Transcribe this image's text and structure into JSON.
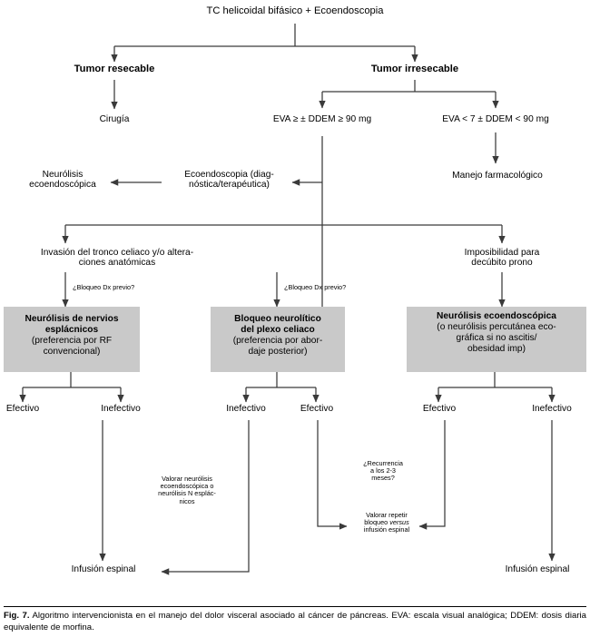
{
  "figure": {
    "root_label": "TC helicoidal bifásico + Ecoendoscopia",
    "caption_number": "Fig. 7.",
    "caption_body": "Algoritmo intervencionista en el manejo del dolor visceral asociado al cáncer de páncreas. EVA: escala visual analógica; DDEM: dosis diaria equivalente de morfina."
  },
  "colors": {
    "box_fill": "#c9c9c9",
    "line": "#3a3a3a",
    "text": "#000000",
    "page_background": "#ffffff"
  },
  "nodes": {
    "tumor_resecable": "Tumor resecable",
    "tumor_irresecable": "Tumor irresecable",
    "cirugia": "Cirugía",
    "eva_alta": "EVA ≥ ± DDEM ≥ 90 mg",
    "eva_baja": "EVA < 7 ± DDEM < 90 mg",
    "manejo_farmacologico": "Manejo farmacológico",
    "ecoendoscopia": "Ecoendoscopia (diag-\nnóstica/terapéutica)",
    "neurolisis_ecoendoscopica": "Neurólisis\necoendoscópica",
    "invasion_tronco": "Invasión del tronco celiaco y/o altera-\nciones anatómicas",
    "imposibilidad_decubito": "Imposibilidad para\ndecúbito prono"
  },
  "decision_labels": {
    "bloqueo_dx_previo_left": "¿Bloqueo Dx previo?",
    "bloqueo_dx_previo_center": "¿Bloqueo Dx previo?"
  },
  "treatment_boxes": [
    {
      "id": "neurolisis-nervios-esplacnicos",
      "title": "Neurólisis de nervios\nesplácnicos",
      "detail": "(preferencia por RF\nconvencional)"
    },
    {
      "id": "bloqueo-neurolitico-plexo-celiaco",
      "title": "Bloqueo neurolítico\ndel plexo celiaco",
      "detail": "(preferencia por abor-\ndaje posterior)"
    },
    {
      "id": "neurolisis-ecoendoscopica",
      "title": "Neurólisis ecoendoscópica",
      "detail": "(o neurólisis percutánea eco-\ngráfica si no ascitis/\nobesidad imp)"
    }
  ],
  "outcomes": {
    "left_effective": "Efectivo",
    "left_ineffective": "Inefectivo",
    "center_ineffective": "Inefectivo",
    "center_effective": "Efectivo",
    "right_effective": "Efectivo",
    "right_ineffective": "Inefectivo"
  },
  "annotations": {
    "valorar_neurolisis": "Valorar neurólisis\necoendoscópica o\nneurólisis N esplác-\nnicos",
    "recurrencia": "¿Recurrencia\na los 2-3\nmeses?",
    "valorar_repetir_pre": "Valorar repetir\nbloqueo ",
    "valorar_repetir_italic": "versus",
    "valorar_repetir_post": "\ninfusión espinal"
  },
  "terminals": {
    "infusion_espinal_left": "Infusión espinal",
    "infusion_espinal_right": "Infusión espinal"
  }
}
